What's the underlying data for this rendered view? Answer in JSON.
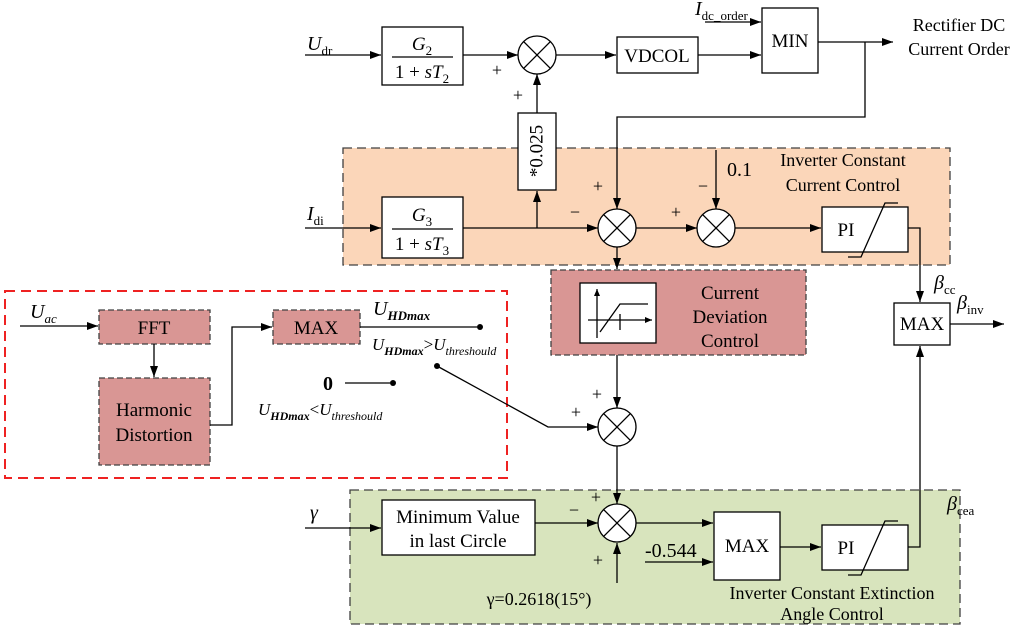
{
  "colors": {
    "current_region": "#fbd6b9",
    "extinction_region": "#d8e4bd",
    "deviation_block": "#d99694",
    "harmonic_block": "#d99694",
    "harmonic_border": "#ee2222"
  },
  "signs": {
    "plus": "+",
    "minus": "−"
  },
  "rectifier": {
    "u_dr": {
      "main": "U",
      "sub": "dr"
    },
    "g2": {
      "num": "G",
      "num_sub": "2",
      "den_const": "1 + ",
      "den_var": "sT",
      "den_sub": "2"
    },
    "gain": "*0.025",
    "vdcol": "VDCOL",
    "i_dc_order": {
      "main": "I",
      "sub": "dc_order"
    },
    "min": "MIN",
    "output": [
      "Rectifier DC",
      "Current Order"
    ]
  },
  "current_control": {
    "title": [
      "Inverter Constant",
      "Current Control"
    ],
    "i_di": {
      "main": "I",
      "sub": "di"
    },
    "g3": {
      "num": "G",
      "num_sub": "3",
      "den_const": "1 + ",
      "den_var": "sT",
      "den_sub": "3"
    },
    "margin": "0.1",
    "pi": "PI",
    "beta_cc": {
      "main": "β",
      "sub": "cc"
    }
  },
  "deviation": {
    "title": [
      "Current",
      "Deviation",
      "Control"
    ]
  },
  "selector": {
    "max": "MAX",
    "beta_inv": {
      "main": "β",
      "sub": "inv"
    }
  },
  "harmonic": {
    "u_ac": {
      "main": "U",
      "sub": "ac"
    },
    "fft": "FFT",
    "distortion": [
      "Harmonic",
      "Distortion"
    ],
    "max": "MAX",
    "u_hdmax": {
      "main": "U",
      "sub": "HDmax"
    },
    "cond_high": {
      "lhs": "U",
      "lhs_sub": "HDmax",
      "op": ">",
      "rhs": "U",
      "rhs_sub": "threshould"
    },
    "zero": "0",
    "cond_low": {
      "lhs": "U",
      "lhs_sub": "HDmax",
      "op": "<",
      "rhs": "U",
      "rhs_sub": "threshould"
    }
  },
  "extinction": {
    "title": [
      "Inverter Constant Extinction",
      "Angle Control"
    ],
    "gamma": "γ",
    "min_value": [
      "Minimum Value",
      "in last Circle"
    ],
    "gamma_ref": "γ=0.2618(15°)",
    "limit": "-0.544",
    "max": "MAX",
    "pi": "PI",
    "beta_cea": {
      "main": "β",
      "sub": "cea"
    }
  }
}
